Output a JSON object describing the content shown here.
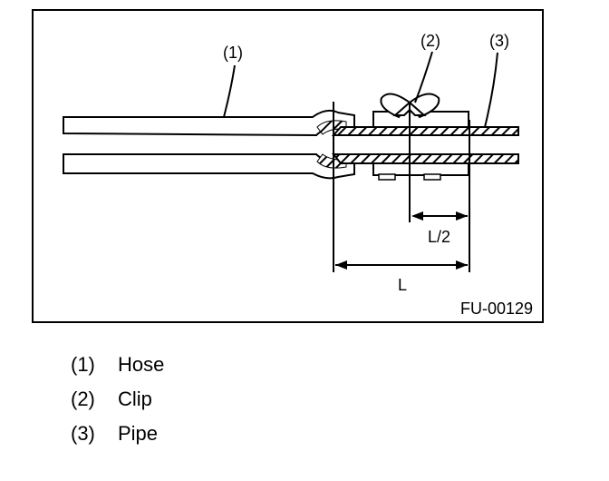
{
  "figure": {
    "callouts": [
      {
        "num": "(1)"
      },
      {
        "num": "(2)"
      },
      {
        "num": "(3)"
      }
    ],
    "dimensions": {
      "half_length_label": "L/2",
      "length_label": "L"
    },
    "figure_code": "FU-00129"
  },
  "legend": {
    "items": [
      {
        "num": "(1)",
        "label": "Hose"
      },
      {
        "num": "(2)",
        "label": "Clip"
      },
      {
        "num": "(3)",
        "label": "Pipe"
      }
    ]
  }
}
